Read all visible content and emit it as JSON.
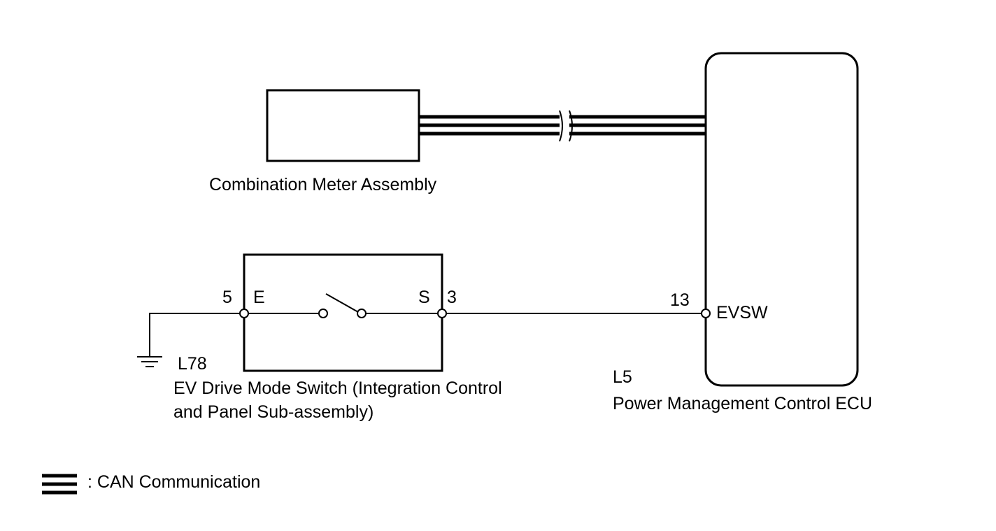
{
  "combination_meter": {
    "label": "Combination Meter Assembly"
  },
  "ev_switch": {
    "connector": "L78",
    "name_line1": "EV Drive Mode Switch (Integration Control",
    "name_line2": "and Panel Sub-assembly)",
    "pin_left_number": "5",
    "pin_left_name": "E",
    "pin_right_number": "3",
    "pin_right_name": "S"
  },
  "ecu": {
    "connector": "L5",
    "name": "Power Management Control ECU",
    "pin_number": "13",
    "pin_name": "EVSW"
  },
  "legend": {
    "can_label": ": CAN Communication"
  },
  "icons": {
    "ground": "ground-symbol-icon",
    "switch": "open-switch-icon",
    "break": "wire-break-icon"
  },
  "colors": {
    "line": "#000000",
    "background": "#ffffff"
  }
}
